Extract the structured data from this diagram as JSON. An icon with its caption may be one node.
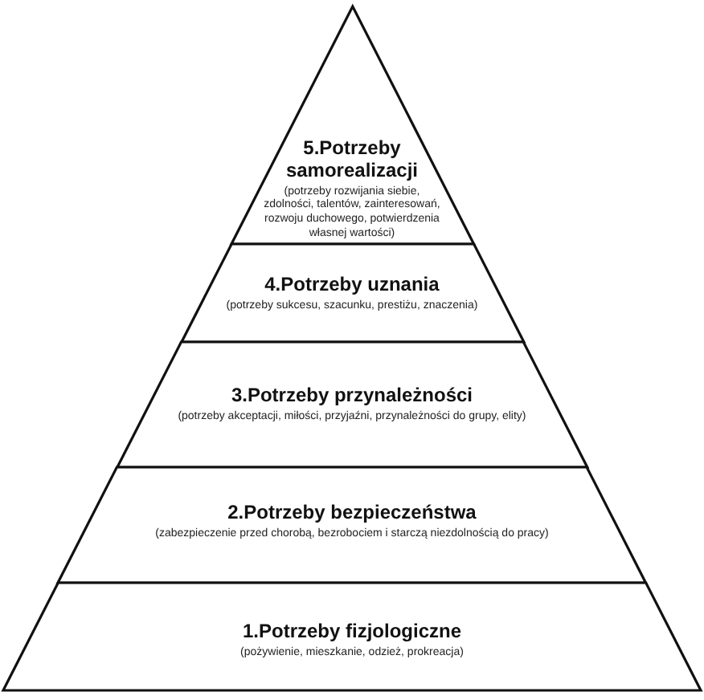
{
  "diagram": {
    "nodes": [
      {
        "text": [
          "5.Potrzeby samorealizacji",
          "(potrzeby rozwijania siebie, zdolności, talentów, zainteresowań, rozwoju duchowego, potwierdzenia własnej wartości)"
        ]
      },
      {
        "text": [
          "4.Potrzeby uznania",
          "(potrzeby sukcesu, szacunku, prestiżu, znaczenia)"
        ]
      },
      {
        "text": [
          "3.Potrzeby przynależności",
          "(potrzeby akceptacji, miłości, przyjaźni, przynależności do grupy, elity)"
        ]
      },
      {
        "text": [
          "2.Potrzeby bezpieczeństwa",
          "(zabezpieczenie przed chorobą, bezrobociem i starczą niezdolnością do pracy)"
        ]
      },
      {
        "text": [
          "1.Potrzeby fizjologiczne",
          "(pożywienie, mieszkanie, odzież, prokreacja)"
        ]
      }
    ]
  }
}
